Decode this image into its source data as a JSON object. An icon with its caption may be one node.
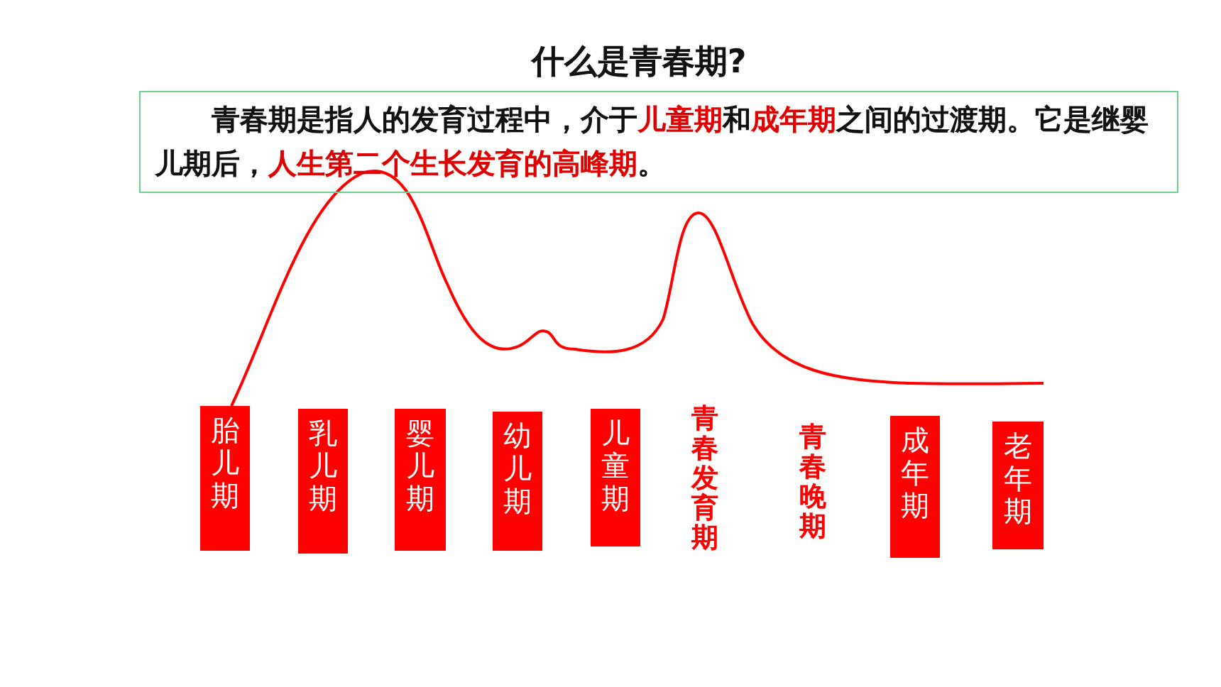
{
  "diagram": {
    "title": "什么是青春期?",
    "nodes": [
      {
        "text": [
          "青春期是指人的发育过程中，介于**儿童期**和**成年期**之间的过渡期。它是继婴儿期后，**人生第二个生长发育的高峰期**。"
        ]
      },
      {
        "text": [
          "胎儿期"
        ]
      },
      {
        "text": [
          "乳儿期"
        ]
      },
      {
        "text": [
          "婴儿期"
        ]
      },
      {
        "text": [
          "幼儿期"
        ]
      },
      {
        "text": [
          "儿童期"
        ]
      },
      {
        "text": [
          "成年期"
        ]
      },
      {
        "text": [
          "老年期"
        ]
      }
    ],
    "labels": [
      "青春发育期",
      "青春晚期"
    ]
  }
}
